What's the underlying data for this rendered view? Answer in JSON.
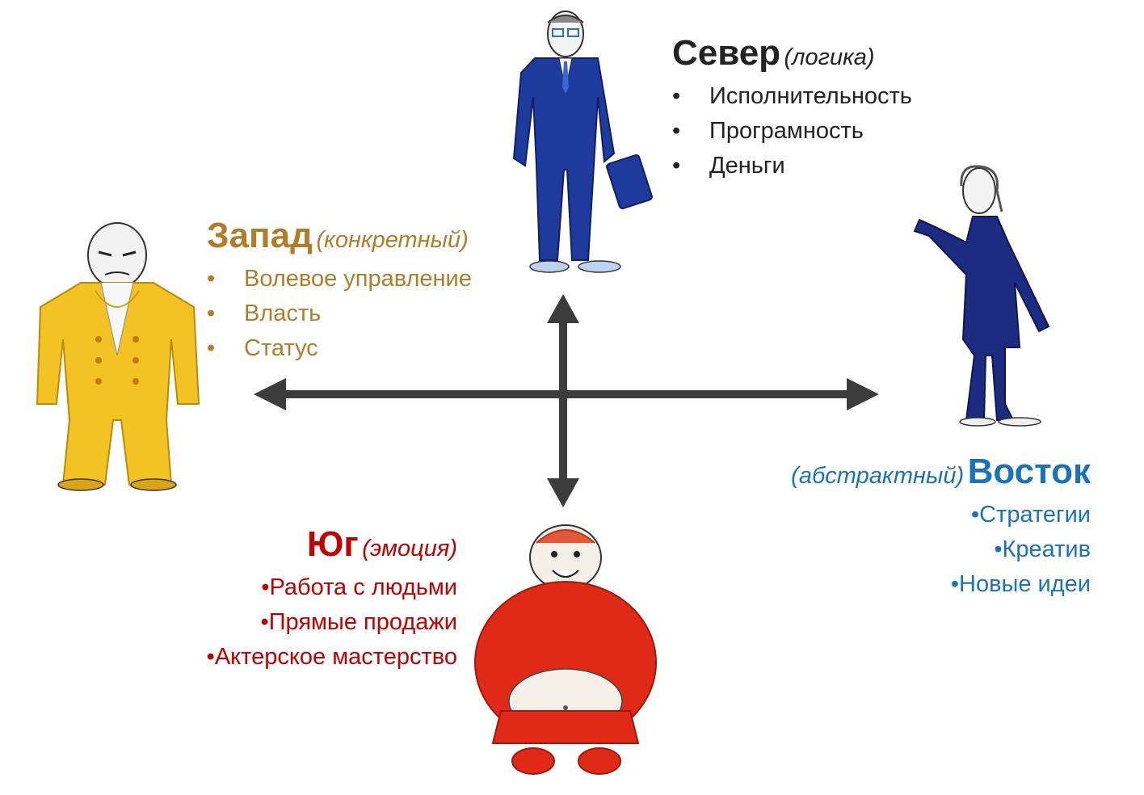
{
  "north": {
    "name": "Север",
    "sub": "(логика)",
    "color": "#222222",
    "items": [
      "Исполнительность",
      "Програмность",
      "Деньги"
    ]
  },
  "west": {
    "name": "Запад",
    "sub": "(конкретный)",
    "color": "#b07d2a",
    "items": [
      "Волевое управление",
      "Власть",
      "Статус"
    ]
  },
  "east": {
    "name": "Восток",
    "sub": "(абстрактный)",
    "color": "#1a73b8",
    "items": [
      "Стратегии",
      "Креатив",
      "Новые идеи"
    ]
  },
  "south": {
    "name": "Юг",
    "sub": "(эмоция)",
    "color": "#c00000",
    "items": [
      "Работа с людьми",
      "Прямые продажи",
      "Актерское мастерство"
    ]
  },
  "arrow_color": "#3c3c3c",
  "figures": {
    "north": "man-in-blue-suit-with-briefcase",
    "west": "man-in-yellow-suit",
    "east": "thin-man-in-dark-blue",
    "south": "fat-man-in-red"
  }
}
